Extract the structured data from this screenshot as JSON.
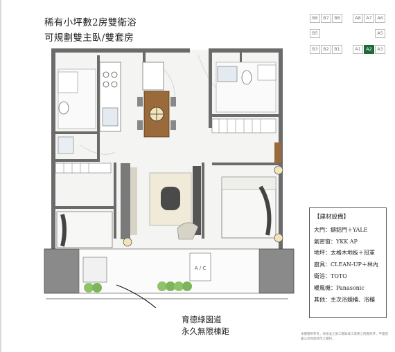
{
  "headline": [
    "稀有小坪數2房雙衛浴",
    "可規劃雙主臥/雙套房"
  ],
  "keyplan": {
    "units": [
      {
        "label": "B6",
        "active": false
      },
      {
        "label": "B7",
        "active": false
      },
      {
        "label": "B8",
        "active": false
      },
      {
        "label": "A8",
        "active": false
      },
      {
        "label": "A7",
        "active": false
      },
      {
        "label": "A6",
        "active": false
      },
      {
        "label": "B5",
        "active": false
      },
      {
        "label": "A5",
        "active": false
      },
      {
        "label": "B3",
        "active": false
      },
      {
        "label": "B2",
        "active": false
      },
      {
        "label": "B1",
        "active": false
      },
      {
        "label": "A1",
        "active": false
      },
      {
        "label": "A2",
        "active": true
      },
      {
        "label": "A3",
        "active": false
      }
    ],
    "active_color": "#1e6b3a"
  },
  "spec": {
    "title": "【建材設備】",
    "rows": [
      "大門：鑄鋁門＋YALE",
      "氣密窗：YKK AP",
      "地坪：太格木地板＋冠軍",
      "廚具：CLEAN-UP＋林內",
      "衛浴：TOTO",
      "暖風機：Panasonic",
      "其他：主次浴鏡櫃、浴櫃"
    ]
  },
  "caption": [
    "育德綠園道",
    "永久無限棟距"
  ],
  "balcony_label": "A / C",
  "disclaimer": "本圖僅供參考，依核准之施工圖與竣工成果之附圖為準，平面配置公司保留修改之權利。"
}
